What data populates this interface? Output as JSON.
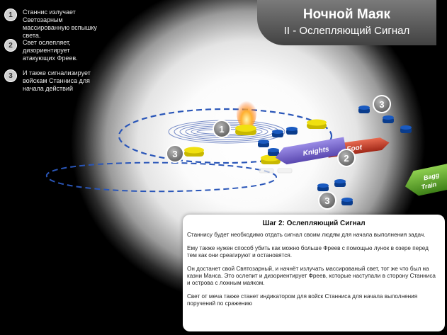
{
  "title": "Ночной Маяк",
  "subtitle": "II - Ослепляющий Сигнал",
  "legend": [
    {
      "num": "1",
      "text": "Станнис излучает Светозарным массированную вспышку света."
    },
    {
      "num": "2",
      "text": "Свет ослепляет, дизориентирует атакующих Фреев."
    },
    {
      "num": "3",
      "text": "И также сигнализирует войскам Станниса для начала действий"
    }
  ],
  "diagram": {
    "markers": [
      "1",
      "2",
      "3"
    ],
    "arrows": {
      "knights": "Knights",
      "foot": "Foot",
      "baggage_line1": "Bagg",
      "baggage_line2": "Train"
    },
    "colors": {
      "yellow": "#f0e010",
      "blue": "#0a3c8c",
      "knights_arrow": "#7a6ad0",
      "foot_arrow": "#c8402a",
      "baggage_arrow": "#5aa02a",
      "dashed": "#2a56b8"
    }
  },
  "step": {
    "title": "Шаг 2: Ослепляющий Сигнал",
    "paragraphs": [
      "Станнису будет необходимо отдать сигнал своим людям для начала выполнения задач.",
      "Ему также нужен способ убить как можно больше Фреев с помощью лунок в озере перед тем как они среагируют и остановятся.",
      "Он достанет свой Святозарный, и начнёт излучать массированый свет, тот же что был на казни Манса. Это ослепит и дизориентирует Фреев, которые наступали в сторону Станниса и острова с ложным маяком.",
      "Свет от меча также станет индикатором для войск Станниса для начала выполнения поручений по сражению"
    ]
  }
}
